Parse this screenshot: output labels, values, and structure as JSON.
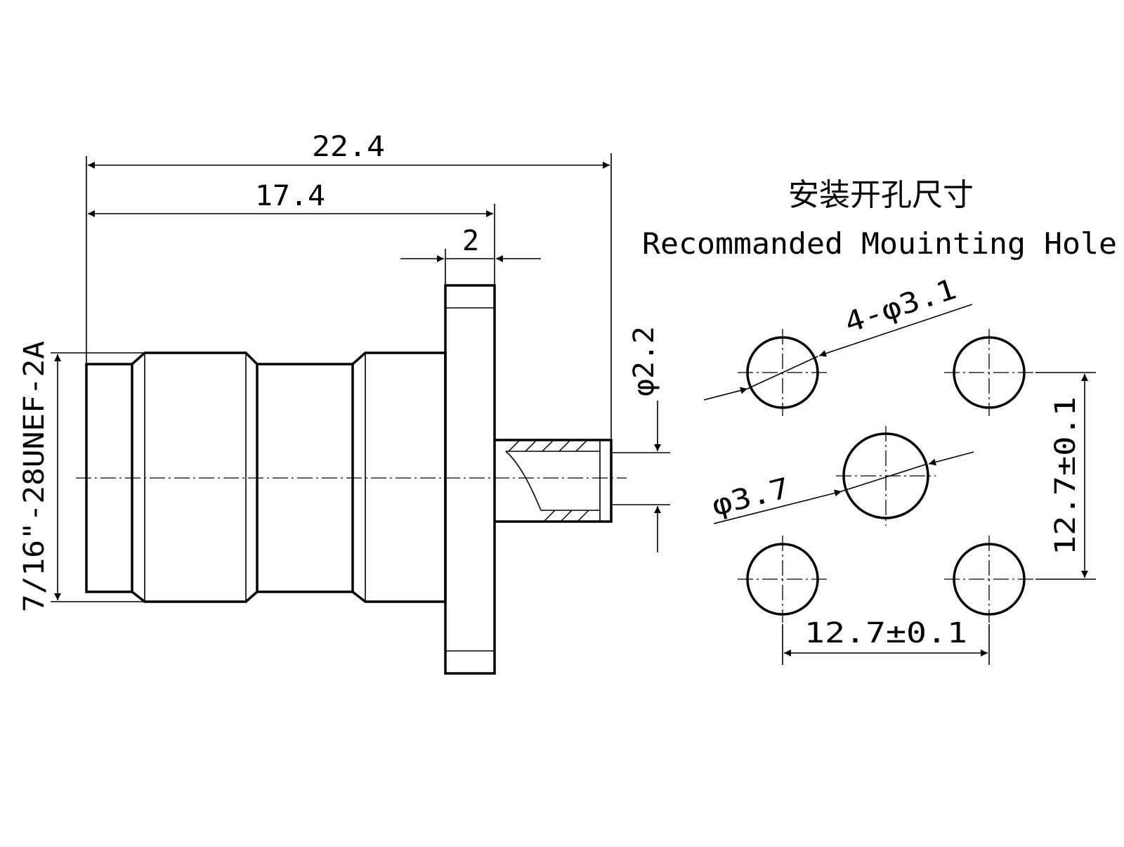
{
  "labels": {
    "overall_length": "22.4",
    "body_length": "17.4",
    "flange_thickness": "2",
    "pin_diameter": "φ2.2",
    "thread": "7/16\"-28UNEF-2A",
    "title_cn": "安装开孔尺寸",
    "title_en": "Recommanded Mouinting Hole",
    "mount_hole": "4-φ3.1",
    "center_hole": "φ3.7",
    "spacing_h": "12.7±0.1",
    "spacing_v": "12.7±0.1"
  }
}
